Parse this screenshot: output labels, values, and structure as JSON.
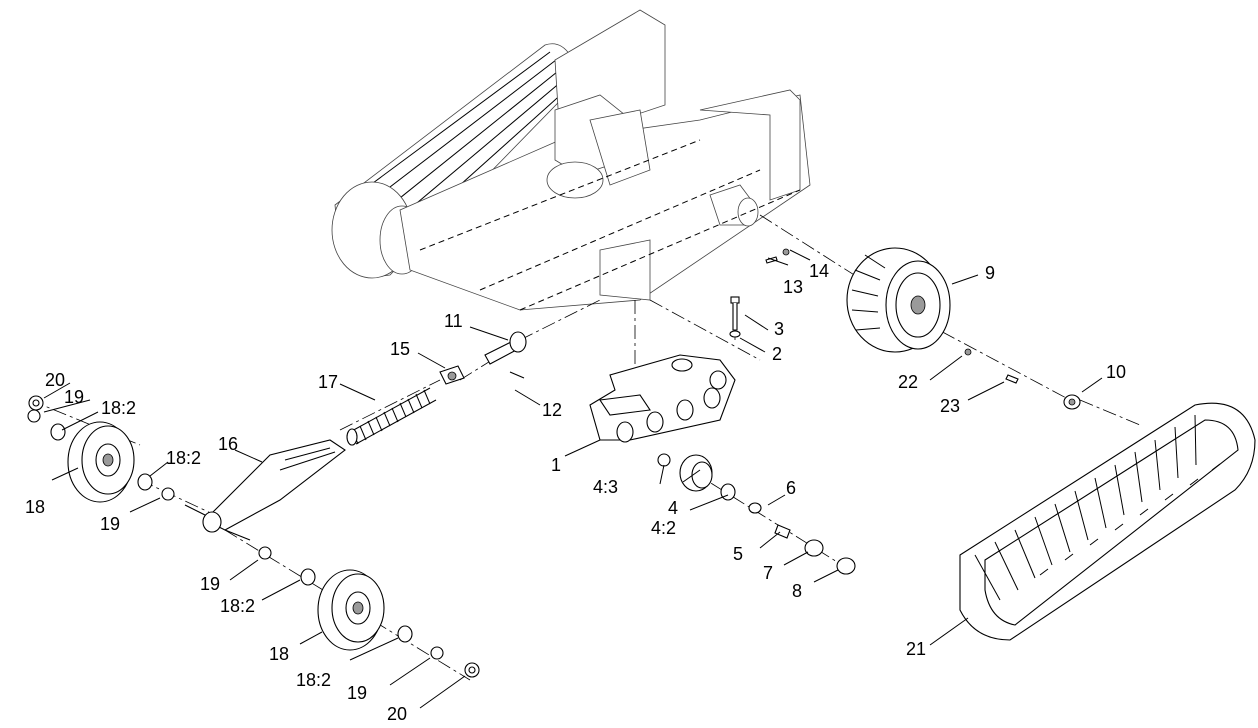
{
  "callouts": [
    {
      "id": "c1",
      "label": "1"
    },
    {
      "id": "c2",
      "label": "2"
    },
    {
      "id": "c3",
      "label": "3"
    },
    {
      "id": "c4",
      "label": "4"
    },
    {
      "id": "c4_2",
      "label": "4:2"
    },
    {
      "id": "c4_3",
      "label": "4:3"
    },
    {
      "id": "c5",
      "label": "5"
    },
    {
      "id": "c6",
      "label": "6"
    },
    {
      "id": "c7",
      "label": "7"
    },
    {
      "id": "c8",
      "label": "8"
    },
    {
      "id": "c9",
      "label": "9"
    },
    {
      "id": "c10",
      "label": "10"
    },
    {
      "id": "c11",
      "label": "11"
    },
    {
      "id": "c12",
      "label": "12"
    },
    {
      "id": "c13",
      "label": "13"
    },
    {
      "id": "c14",
      "label": "14"
    },
    {
      "id": "c15",
      "label": "15"
    },
    {
      "id": "c16",
      "label": "16"
    },
    {
      "id": "c17",
      "label": "17"
    },
    {
      "id": "c18a",
      "label": "18"
    },
    {
      "id": "c18b",
      "label": "18"
    },
    {
      "id": "c18_2a",
      "label": "18:2"
    },
    {
      "id": "c18_2b",
      "label": "18:2"
    },
    {
      "id": "c18_2c",
      "label": "18:2"
    },
    {
      "id": "c18_2d",
      "label": "18:2"
    },
    {
      "id": "c19a",
      "label": "19"
    },
    {
      "id": "c19b",
      "label": "19"
    },
    {
      "id": "c19c",
      "label": "19"
    },
    {
      "id": "c19d",
      "label": "19"
    },
    {
      "id": "c20a",
      "label": "20"
    },
    {
      "id": "c20b",
      "label": "20"
    },
    {
      "id": "c21",
      "label": "21"
    },
    {
      "id": "c22",
      "label": "22"
    },
    {
      "id": "c23",
      "label": "23"
    }
  ]
}
